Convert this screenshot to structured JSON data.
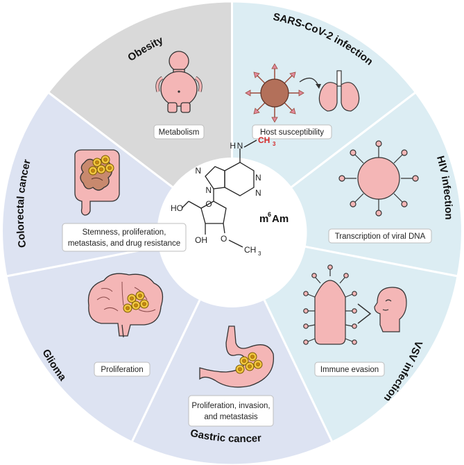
{
  "center": {
    "molecule_label": "m",
    "molecule_label_sup": "6",
    "molecule_label_rest": "Am",
    "methyl_label": "CH",
    "methyl_sub": "3",
    "nh_label": "N",
    "h_label": "H",
    "ho_label": "HO",
    "oh_label": "OH",
    "o_label": "O",
    "ome_label": "CH",
    "ome_sub": "3",
    "ring_n": "N"
  },
  "segments": {
    "obesity": {
      "title": "Obesity",
      "label": "Metabolism"
    },
    "sars": {
      "title": "SARS-CoV-2 infection",
      "label": "Host susceptibility"
    },
    "hiv": {
      "title": "HIV infection",
      "label": "Transcription of viral DNA"
    },
    "vsv": {
      "title": "VSV infection",
      "label": "Immune evasion"
    },
    "gastric": {
      "title": "Gastric cancer",
      "label_line1": "Proliferation, invasion,",
      "label_line2": "and metastasis"
    },
    "glioma": {
      "title": "Glioma",
      "label": "Proliferation"
    },
    "colorectal": {
      "title": "Colorectal cancer",
      "label_line1": "Stemness, proliferation,",
      "label_line2": "metastasis, and drug resistance"
    }
  },
  "colors": {
    "obesity_bg": "#d9d9d9",
    "virus_bg": "#dcedf3",
    "cancer_bg": "#dde3f2",
    "skin": "#f4b6b6",
    "virus_brown": "#b3705a",
    "gut": "#d98876",
    "tumor": "#f2c640"
  }
}
